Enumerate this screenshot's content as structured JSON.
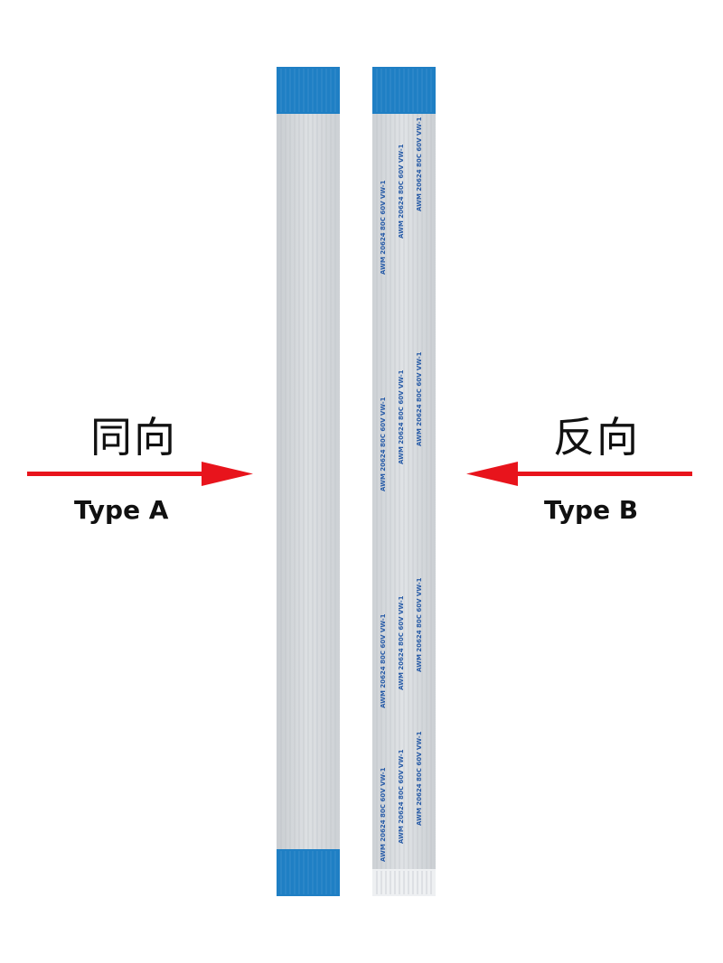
{
  "left": {
    "label_cn": "同向",
    "label_type": "Type A"
  },
  "right": {
    "label_cn": "反向",
    "label_type": "Type B"
  },
  "cable_b_print": [
    "AWM",
    "20624",
    "80C",
    "60V",
    "VW-1"
  ],
  "colors": {
    "contact_blue": "#1f7fc4",
    "cable_gray": "#d6dadd",
    "arrow_red": "#e8141c",
    "print_blue": "#2a5da8"
  },
  "icons": {
    "arrow_left": "arrow-right-icon",
    "arrow_right": "arrow-left-icon"
  }
}
